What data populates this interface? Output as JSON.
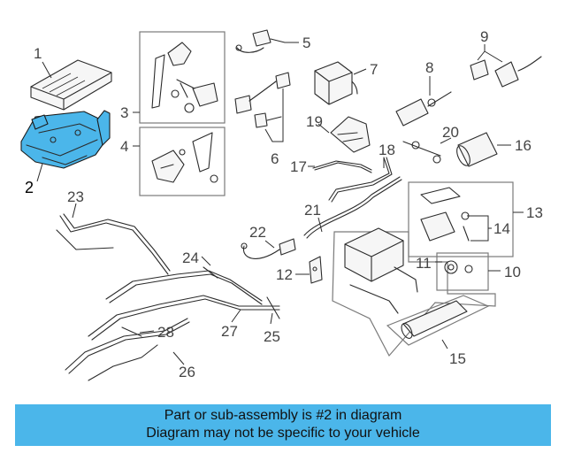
{
  "highlight_color": "#4bb6ea",
  "selected_part": "2",
  "callouts": [
    "1",
    "2",
    "3",
    "4",
    "5",
    "6",
    "7",
    "8",
    "9",
    "10",
    "11",
    "12",
    "13",
    "14",
    "15",
    "16",
    "17",
    "18",
    "19",
    "20",
    "21",
    "22",
    "23",
    "24",
    "25",
    "26",
    "27",
    "28"
  ],
  "banner": {
    "line1": "Part or sub-assembly is #2 in diagram",
    "line2": "Diagram may not be specific to your vehicle"
  }
}
